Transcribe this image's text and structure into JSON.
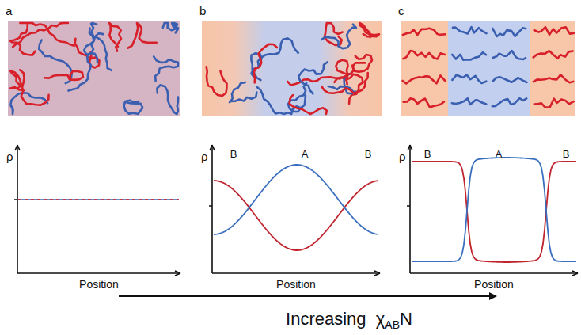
{
  "diagram": {
    "labels": [
      "a",
      "b",
      "c",
      "ρ",
      "Position",
      "ρ",
      "B",
      "A",
      "B",
      "Position",
      "ρ",
      "B",
      "A",
      "B",
      "Position",
      "Increasing  χ",
      "AB",
      "N"
    ]
  }
}
